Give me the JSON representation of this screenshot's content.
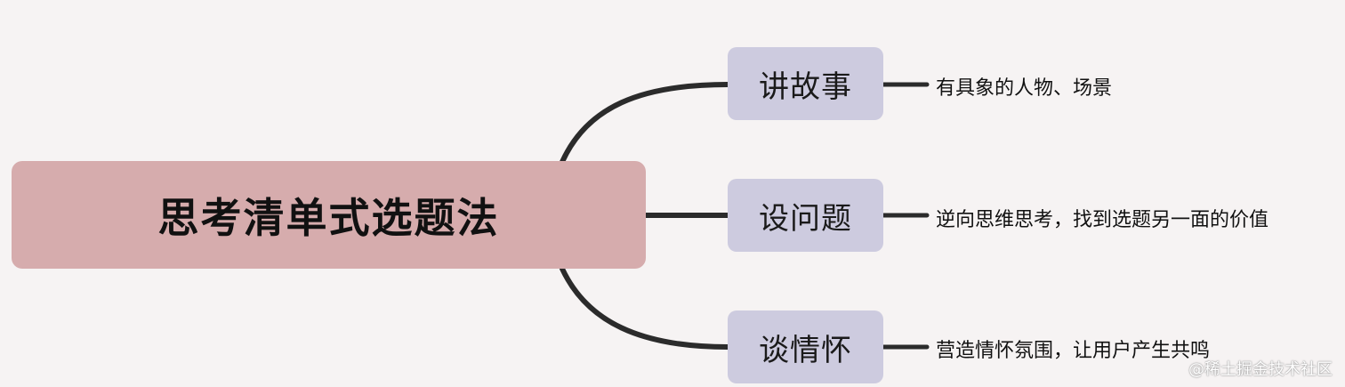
{
  "root": {
    "label": "思考清单式选题法"
  },
  "branches": [
    {
      "label": "讲故事",
      "detail": "有具象的人物、场景"
    },
    {
      "label": "设问题",
      "detail": "逆向思维思考，找到选题另一面的价值"
    },
    {
      "label": "谈情怀",
      "detail": "营造情怀氛围，让用户产生共鸣"
    }
  ],
  "watermark": "@稀土掘金技术社区",
  "colors": {
    "background": "#f6f3f3",
    "root_fill": "#d6acad",
    "branch_fill": "#cdcbdf",
    "connector": "#2b2b2b"
  }
}
